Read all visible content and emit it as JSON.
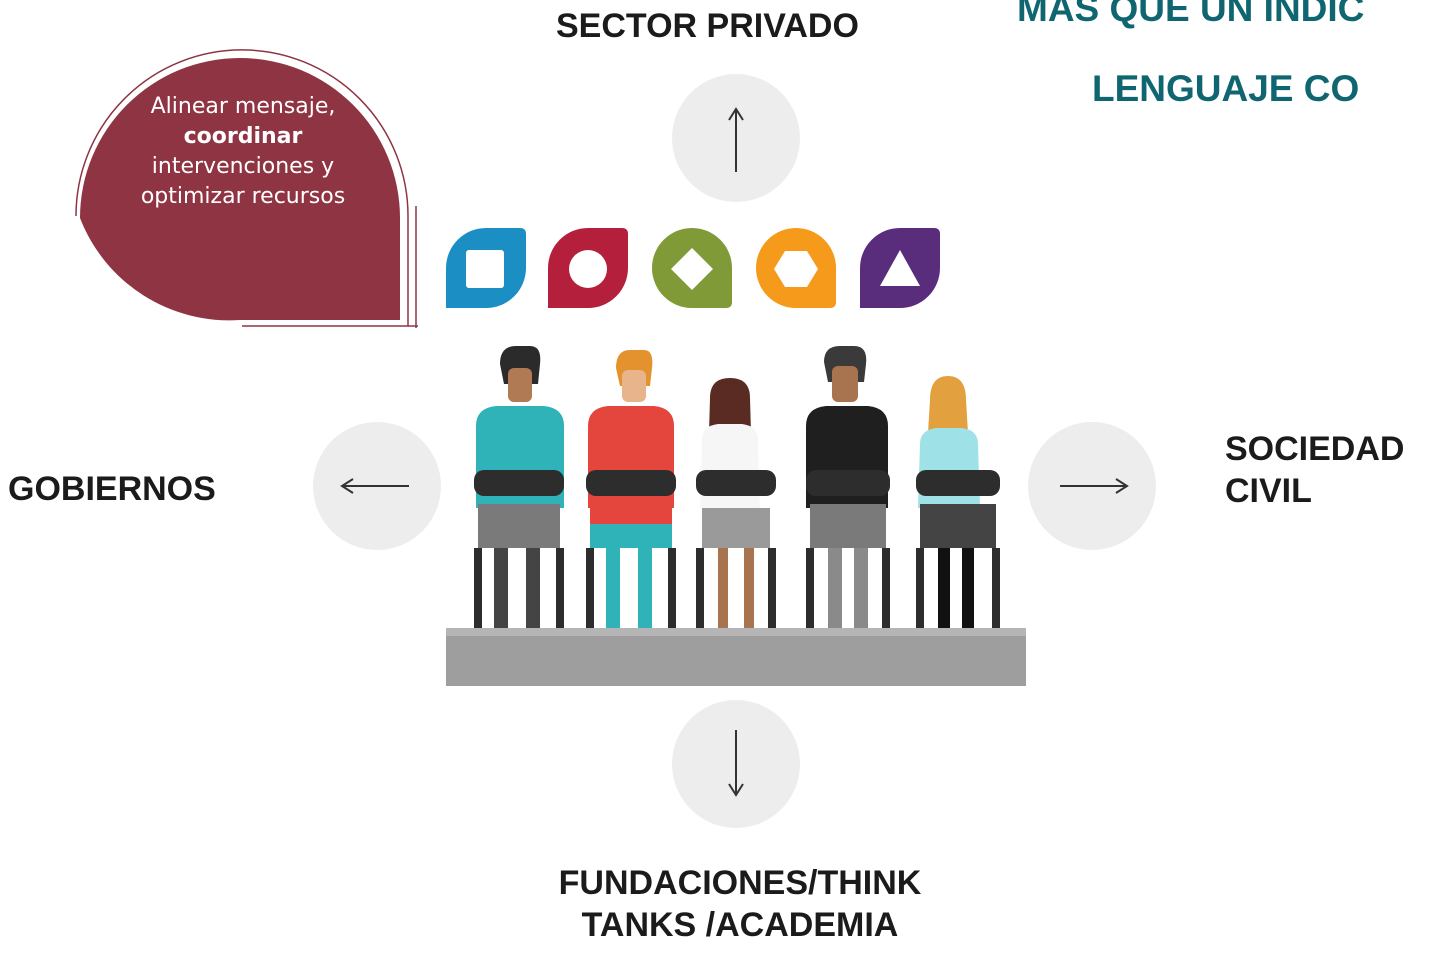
{
  "header": {
    "line1": "MÁS QUE UN ÍNDIC",
    "line2": "LENGUAJE CO"
  },
  "callout": {
    "text_before": "Alinear mensaje,",
    "text_bold": "coordinar",
    "text_after_1": "intervenciones y",
    "text_after_2": "optimizar recursos",
    "color": "#8f3443"
  },
  "stakeholders": {
    "top": "SECTOR PRIVADO",
    "left": "GOBIERNOS",
    "right_line1": "SOCIEDAD",
    "right_line2": "CIVIL",
    "bottom_line1": "FUNDACIONES/THINK",
    "bottom_line2": "TANKS /ACADEMIA"
  },
  "arrows": {
    "up": "arrow-up-icon",
    "left": "arrow-left-icon",
    "right": "arrow-right-icon",
    "down": "arrow-down-icon"
  },
  "icons": [
    {
      "name": "square-drop-icon",
      "color": "#1b8fc4"
    },
    {
      "name": "circle-drop-icon",
      "color": "#b4203c"
    },
    {
      "name": "diamond-drop-icon",
      "color": "#7f9a36"
    },
    {
      "name": "hexagon-drop-icon",
      "color": "#f59a1a"
    },
    {
      "name": "triangle-drop-icon",
      "color": "#5a2d7c"
    }
  ]
}
